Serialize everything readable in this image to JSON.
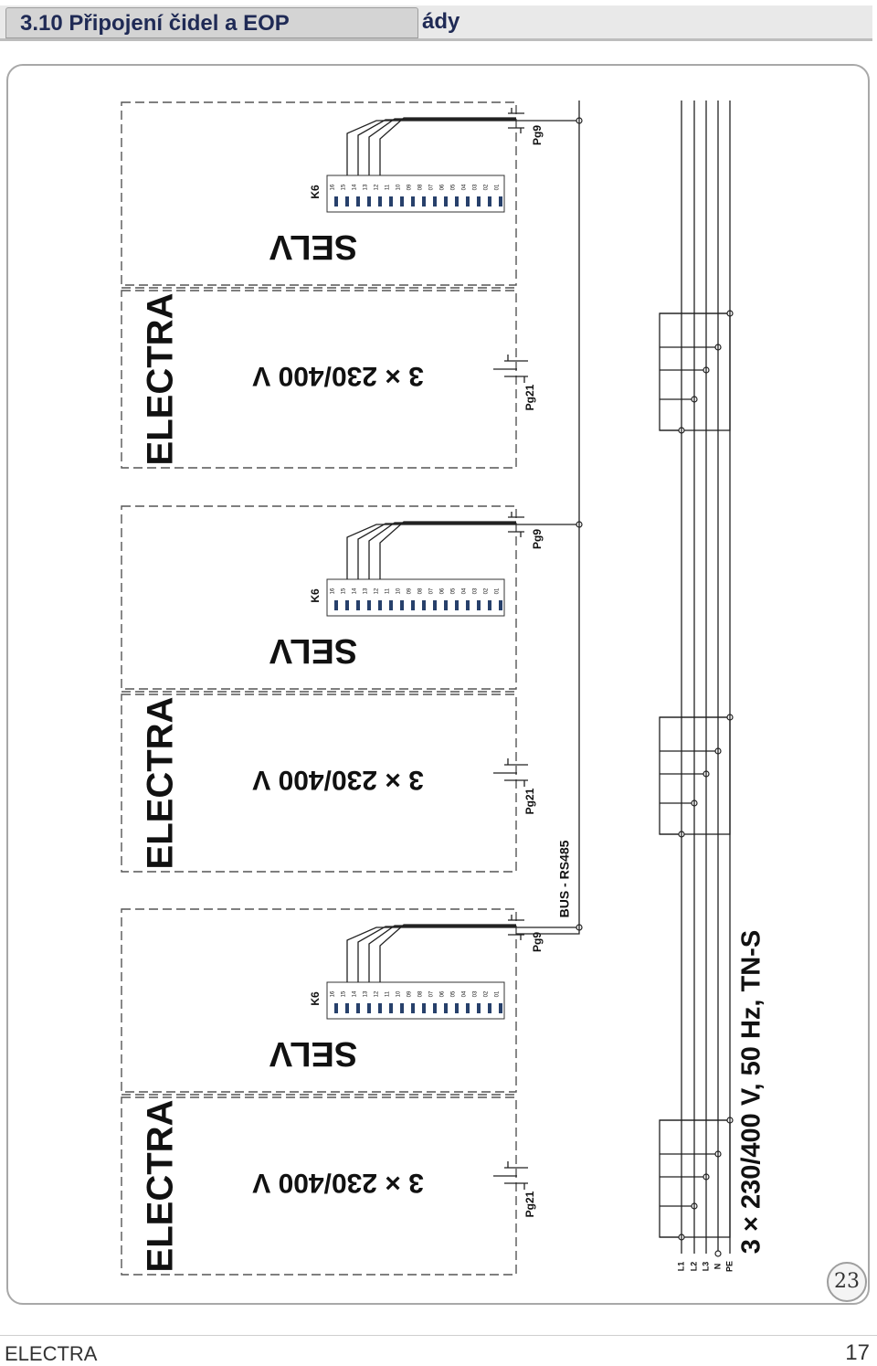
{
  "header": {
    "section_title": "3.10  Připojení čidel a EOP",
    "section_title_tail": "ády"
  },
  "units": [
    {
      "brand": "ELECTRA",
      "supply_label": "3 × 230/400 V",
      "selv_label": "SELV",
      "terminal_block_label": "K6",
      "power_gland_label": "Pg21",
      "signal_gland_label": "Pg9"
    },
    {
      "brand": "ELECTRA",
      "supply_label": "3 × 230/400 V",
      "selv_label": "SELV",
      "terminal_block_label": "K6",
      "power_gland_label": "Pg21",
      "signal_gland_label": "Pg9"
    },
    {
      "brand": "ELECTRA",
      "supply_label": "3 × 230/400 V",
      "selv_label": "SELV",
      "terminal_block_label": "K6",
      "power_gland_label": "Pg21",
      "signal_gland_label": "Pg9"
    }
  ],
  "terminal_numbers": [
    "16",
    "15",
    "14",
    "13",
    "12",
    "11",
    "10",
    "09",
    "08",
    "07",
    "06",
    "05",
    "04",
    "03",
    "02",
    "01"
  ],
  "bus_label": "BUS - RS485",
  "mains_conductors": [
    "L1",
    "L2",
    "L3",
    "N",
    "PE"
  ],
  "mains_supply_label": "3 × 230/400 V, 50 Hz, TN-S",
  "badge": "23",
  "footer": {
    "brand": "ELECTRA",
    "page_number": "17"
  }
}
